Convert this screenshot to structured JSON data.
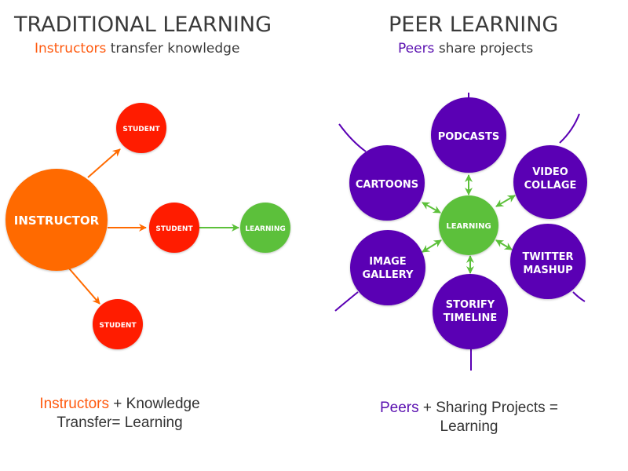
{
  "left_panel": {
    "title": "TRADITIONAL LEARNING",
    "subtitle_highlight": "Instructors",
    "subtitle_rest": " transfer knowledge",
    "highlight_color": "#ff5a0f",
    "nodes": {
      "instructor": "INSTRUCTOR",
      "student_top": "STUDENT",
      "student_middle": "STUDENT",
      "student_bottom": "STUDENT",
      "learning": "LEARNING"
    },
    "caption_highlight": "Instructors",
    "caption_line1_rest": " + Knowledge",
    "caption_line2": "Transfer= Learning",
    "colors": {
      "instructor": "#ff6a00",
      "student": "#ff1a00",
      "learning": "#5cc03a",
      "arrow_orange": "#ff6a00",
      "arrow_green": "#5cc03a"
    }
  },
  "right_panel": {
    "title": "PEER LEARNING",
    "subtitle_highlight": "Peers",
    "subtitle_rest": " share projects",
    "highlight_color": "#5a10b0",
    "center": "LEARNING",
    "projects": [
      {
        "id": "podcasts",
        "lines": [
          "PODCASTS"
        ]
      },
      {
        "id": "video-collage",
        "lines": [
          "VIDEO",
          "COLLAGE"
        ]
      },
      {
        "id": "twitter-mashup",
        "lines": [
          "TWITTER",
          "MASHUP"
        ]
      },
      {
        "id": "storify-timeline",
        "lines": [
          "STORIFY",
          "TIMELINE"
        ]
      },
      {
        "id": "image-gallery",
        "lines": [
          "IMAGE",
          "GALLERY"
        ]
      },
      {
        "id": "cartoons",
        "lines": [
          "CARTOONS"
        ]
      }
    ],
    "caption_highlight": "Peers",
    "caption_line1_rest": " + Sharing Projects =",
    "caption_line2": "Learning",
    "colors": {
      "project": "#5a00b4",
      "center": "#5cc03a",
      "arrow": "#5cc03a",
      "arc": "#5a00b4"
    }
  }
}
